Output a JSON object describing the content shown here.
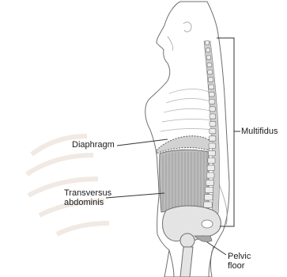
{
  "labels": {
    "multifidus": "Multifidus",
    "diaphragm": "Diaphragm",
    "transversus_line1": "Transversus",
    "transversus_line2": "abdominis",
    "pelvic_line1": "Pelvic",
    "pelvic_line2": "floor"
  },
  "colors": {
    "outline": "#6f6f6f",
    "muscle": "#b9b9b9",
    "bone": "#e2e2e2",
    "leader": "#333333",
    "text": "#1a1a1a",
    "watermark": "#f1e9e3"
  }
}
